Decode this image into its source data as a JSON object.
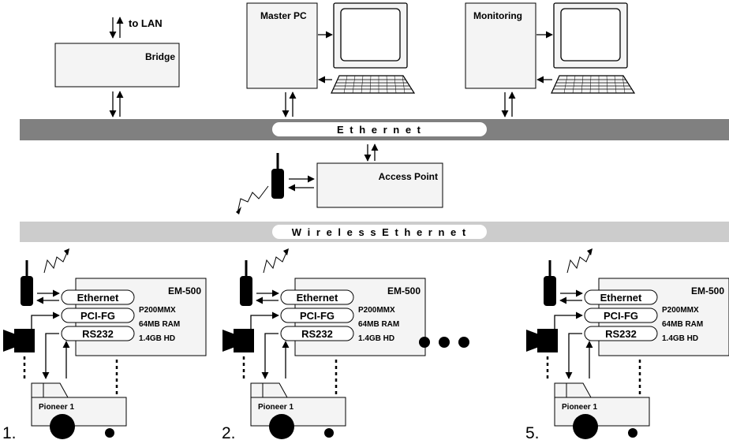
{
  "top": {
    "bridge_label": "Bridge",
    "to_lan_label": "to LAN",
    "master_pc_label": "Master PC",
    "monitoring_label": "Monitoring"
  },
  "buses": {
    "ethernet_label": "E t h e r n e t",
    "wireless_label": "W i r e l e s s   E t h e r n e t"
  },
  "access_point": {
    "label": "Access Point"
  },
  "robot": {
    "computer_label": "EM-500",
    "ethernet_label": "Ethernet",
    "pcifg_label": "PCI-FG",
    "rs232_label": "RS232",
    "cpu_label": "P200MMX",
    "ram_label": "64MB RAM",
    "hd_label": "1.4GB HD",
    "base_label": "Pioneer 1"
  },
  "robots": [
    {
      "number": "1."
    },
    {
      "number": "2."
    },
    {
      "number": "5."
    }
  ],
  "colors": {
    "ethernet_bus": "#808080",
    "wireless_bus": "#cccccc",
    "box_fill": "#f4f4f4",
    "stroke": "#000000"
  }
}
